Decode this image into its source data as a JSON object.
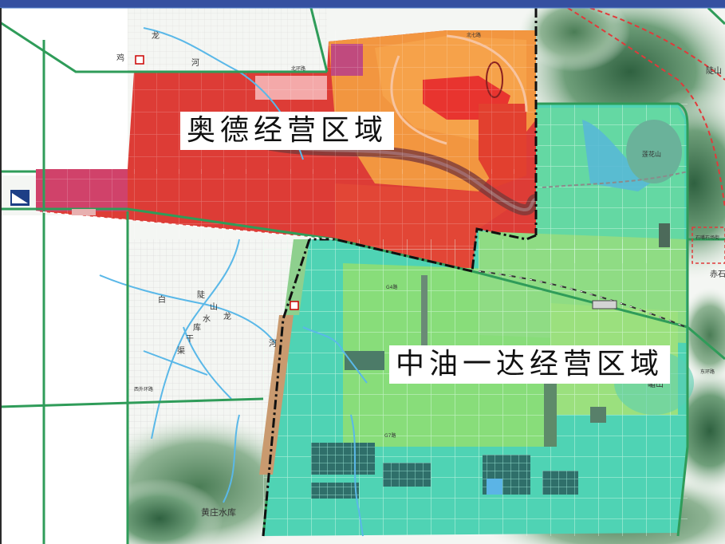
{
  "map": {
    "regions": [
      {
        "id": "aode",
        "label": "奥德经营区域",
        "color": "#dd3c36"
      },
      {
        "id": "zhongyou",
        "label": "中油一达经营区域",
        "color": "#3ec9b0"
      }
    ],
    "water_labels": [
      "龙",
      "河",
      "鸡",
      "白",
      "陡",
      "山",
      "水",
      "库",
      "干",
      "渠",
      "龙",
      "河"
    ],
    "place_labels": {
      "reservoir": "黄庄水库",
      "mountain_east": "陡山",
      "ridge_se": "嵋山",
      "right_edge": "赤石",
      "lotus_hill": "莲花山",
      "quarry": "石嘴石场街",
      "east_road": "东环路"
    },
    "road_labels": {
      "ring_north": "北环路",
      "bei_wang": "北七路",
      "west_ring": "西外环路",
      "g7": "G7路",
      "g4": "G4路"
    },
    "colors": {
      "aode_fill": "#e0463e",
      "aode_orange": "#f39a3c",
      "zhongyou_fill": "#55d6b6",
      "zhongyou_green": "#a3e06d",
      "road": "#2f9c59",
      "river": "#5ab8e8",
      "header": "#3550a0"
    }
  }
}
